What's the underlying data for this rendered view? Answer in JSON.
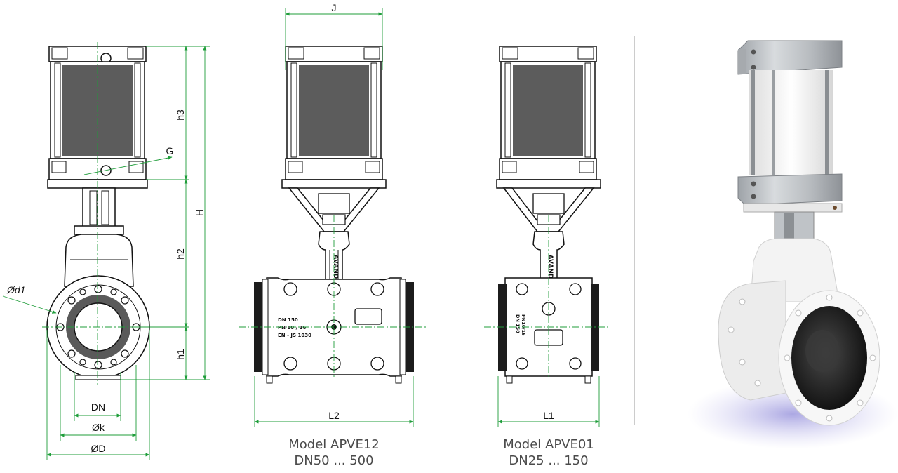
{
  "labels": {
    "h3": "h3",
    "G": "G",
    "H": "H",
    "h2": "h2",
    "h1": "h1",
    "d1": "Ød1",
    "DN": "DN",
    "k": "Øk",
    "D": "ØD",
    "J": "J",
    "L2": "L2",
    "L1": "L1"
  },
  "captions": {
    "apve12_model": "Model APVE12",
    "apve12_range": "DN50 ... 500",
    "apve01_model": "Model APVE01",
    "apve01_range": "DN25 ... 150"
  },
  "body_text": {
    "brand": "AVAND",
    "apve12_line1": "DN 150",
    "apve12_line2": "PN 10 / 16",
    "apve12_line3": "EN - JS 1030",
    "apve01_line1": "PN10/16",
    "apve01_line2": "DN 150"
  },
  "colors": {
    "dimension": "#1f9d3a",
    "outline": "#111111",
    "cylinder": "#5a5a5a",
    "rubber": "#2a2a2a",
    "photo_body": "#f2f2f2",
    "photo_shadow": "#b9b6e6"
  }
}
